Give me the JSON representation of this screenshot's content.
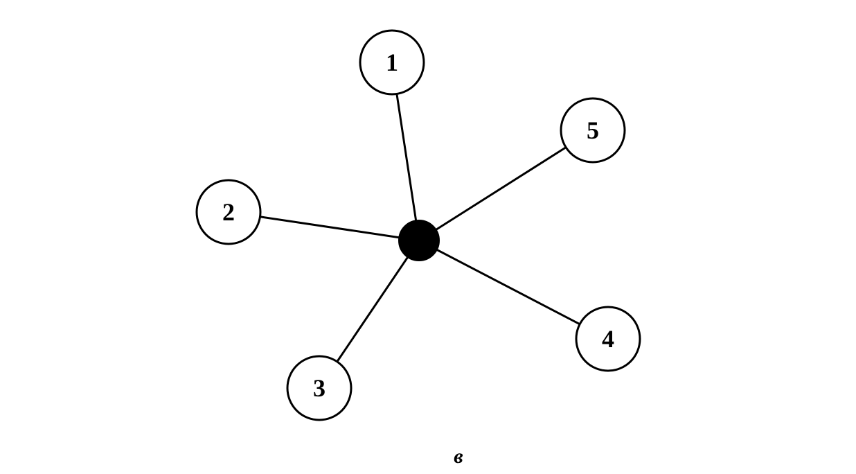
{
  "diagram": {
    "hub": {
      "id": "hub"
    },
    "nodes": [
      {
        "id": "1",
        "label": "1"
      },
      {
        "id": "2",
        "label": "2"
      },
      {
        "id": "3",
        "label": "3"
      },
      {
        "id": "4",
        "label": "4"
      },
      {
        "id": "5",
        "label": "5"
      }
    ],
    "edges": [
      {
        "from": "hub",
        "to": "1"
      },
      {
        "from": "hub",
        "to": "2"
      },
      {
        "from": "hub",
        "to": "3"
      },
      {
        "from": "hub",
        "to": "4"
      },
      {
        "from": "hub",
        "to": "5"
      }
    ],
    "caption": "в"
  }
}
